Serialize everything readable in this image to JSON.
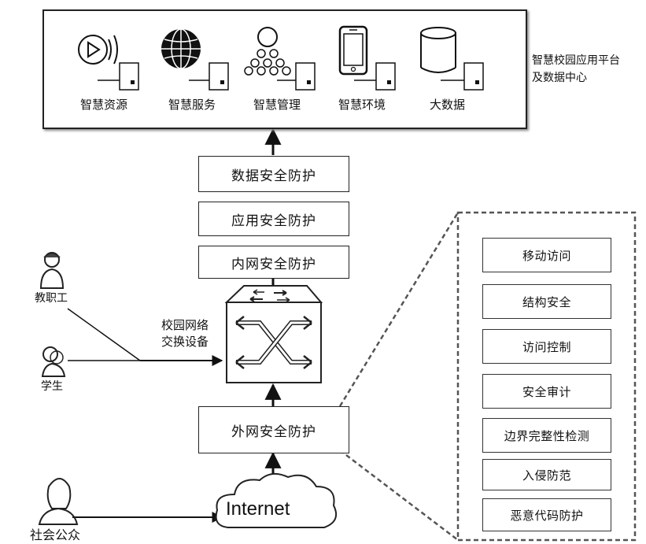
{
  "platform": {
    "label_line1": "智慧校园应用平台",
    "label_line2": "及数据中心",
    "apps": [
      {
        "label": "智慧资源",
        "icon": "play-icon"
      },
      {
        "label": "智慧服务",
        "icon": "globe-icon"
      },
      {
        "label": "智慧管理",
        "icon": "org-chart-icon"
      },
      {
        "label": "智慧环境",
        "icon": "phone-icon"
      },
      {
        "label": "大数据",
        "icon": "database-icon"
      }
    ]
  },
  "layers": {
    "data": "数据安全防护",
    "app": "应用安全防护",
    "intranet": "内网安全防护",
    "extranet": "外网安全防护"
  },
  "switch": {
    "label_line1": "校园网络",
    "label_line2": "交换设备"
  },
  "users": {
    "staff": "教职工",
    "student": "学生",
    "public": "社会公众"
  },
  "internet": "Internet",
  "details": [
    "移动访问",
    "结构安全",
    "访问控制",
    "安全审计",
    "边界完整性检测",
    "入侵防范",
    "恶意代码防护"
  ]
}
